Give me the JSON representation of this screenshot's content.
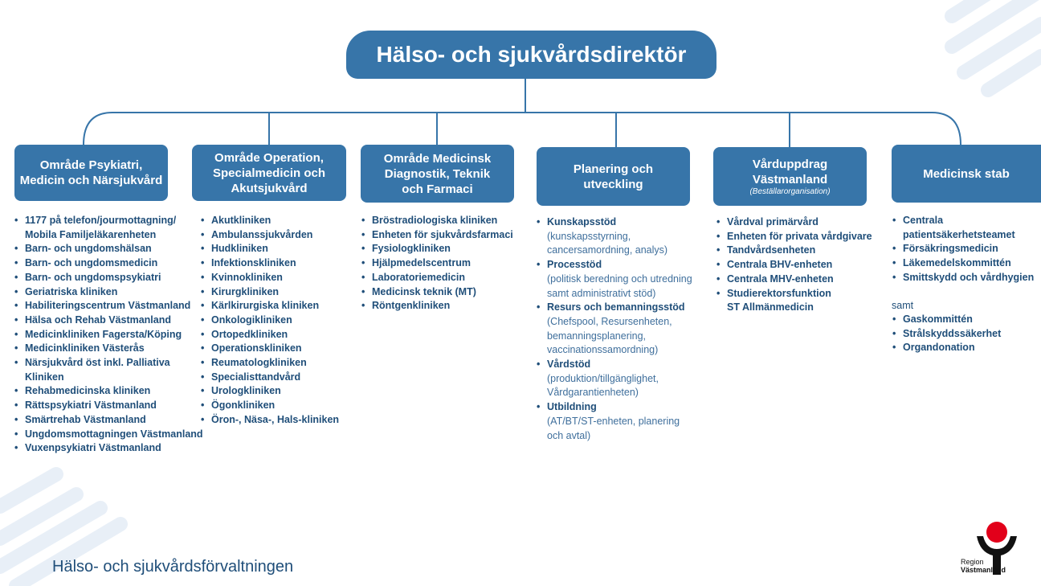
{
  "top": {
    "title": "Hälso- och sjukvårdsdirektör"
  },
  "departments": [
    {
      "name": "Område Psykiatri,\nMedicin och Närsjukvård",
      "note": ""
    },
    {
      "name": "Område Operation,\nSpecialmedicin och\nAkutsjukvård",
      "note": ""
    },
    {
      "name": "Område Medicinsk\nDiagnostik, Teknik\noch Farmaci",
      "note": ""
    },
    {
      "name": "Planering och\nutveckling",
      "note": ""
    },
    {
      "name": "Vårduppdrag\nVästmanland",
      "note": "(Beställarorganisation)"
    },
    {
      "name": "Medicinsk stab",
      "note": ""
    }
  ],
  "lists": {
    "psykiatri": [
      "1177 på telefon/jourmottagning/",
      "Mobila Familjeläkarenheten",
      "Barn- och ungdomshälsan",
      "Barn- och ungdomsmedicin",
      "Barn- och ungdomspsykiatri",
      "Geriatriska kliniken",
      "Habiliteringscentrum Västmanland",
      "Hälsa och Rehab Västmanland",
      "Medicinkliniken Fagersta/Köping",
      "Medicinkliniken Västerås",
      "Närsjukvård öst inkl. Palliativa",
      "Kliniken",
      "Rehabmedicinska kliniken",
      "Rättspsykiatri Västmanland",
      "Smärtrehab Västmanland",
      "Ungdomsmottagningen Västmanland",
      "Vuxenpsykiatri Västmanland"
    ],
    "operation": [
      "Akutkliniken",
      "Ambulanssjukvården",
      "Hudkliniken",
      "Infektionskliniken",
      "Kvinnokliniken",
      "Kirurgkliniken",
      "Kärlkirurgiska kliniken",
      "Onkologikliniken",
      "Ortopedkliniken",
      "Operationskliniken",
      "Reumatologkliniken",
      "Specialisttandvård",
      "Urologkliniken",
      "Ögonkliniken",
      "Öron-, Näsa-, Hals-kliniken"
    ],
    "diagnostik": [
      "Bröstradiologiska kliniken",
      "Enheten för sjukvårdsfarmaci",
      "Fysiologkliniken",
      "Hjälpmedelscentrum",
      "Laboratoriemedicin",
      "Medicinsk teknik (MT)",
      "Röntgenkliniken"
    ],
    "planering": [
      {
        "title": "Kunskapsstöd",
        "detail": [
          "(kunskapsstyrning,",
          "cancersamordning, analys)"
        ]
      },
      {
        "title": "Processtöd",
        "detail": [
          "(politisk beredning och utredning",
          "samt administrativt stöd)"
        ]
      },
      {
        "title": "Resurs och bemanningsstöd",
        "detail": [
          "(Chefspool, Resursenheten,",
          "bemanningsplanering,",
          "vaccinationssamordning)"
        ]
      },
      {
        "title": "Vårdstöd",
        "detail": [
          "(produktion/tillgänglighet,",
          "Vårdgarantienheten)"
        ]
      },
      {
        "title": "Utbildning",
        "detail": [
          "(AT/BT/ST-enheten, planering",
          "och avtal)"
        ]
      }
    ],
    "varduppdrag": [
      "Vårdval primärvård",
      "Enheten för privata vårdgivare",
      "Tandvårdsenheten",
      "Centrala BHV-enheten",
      "Centrala MHV-enheten",
      "Studierektorsfunktion",
      "ST Allmänmedicin"
    ],
    "stab": [
      "Centrala",
      "patientsäkerhetsteamet",
      "Försäkringsmedicin",
      "Läkemedelskommittén",
      "Smittskydd och vårdhygien"
    ],
    "samt_label": "samt",
    "samt": [
      "Gaskommittén",
      "Strålskyddssäkerhet",
      "Organdonation"
    ]
  },
  "footer": {
    "title": "Hälso- och sjukvårdsförvaltningen"
  },
  "logo": {
    "line1": "Region",
    "line2": "Västmanland"
  },
  "colors": {
    "box": "#3775a9",
    "text": "#1f4e79",
    "deco": "#e6eef6",
    "logo_red": "#e2001a"
  }
}
